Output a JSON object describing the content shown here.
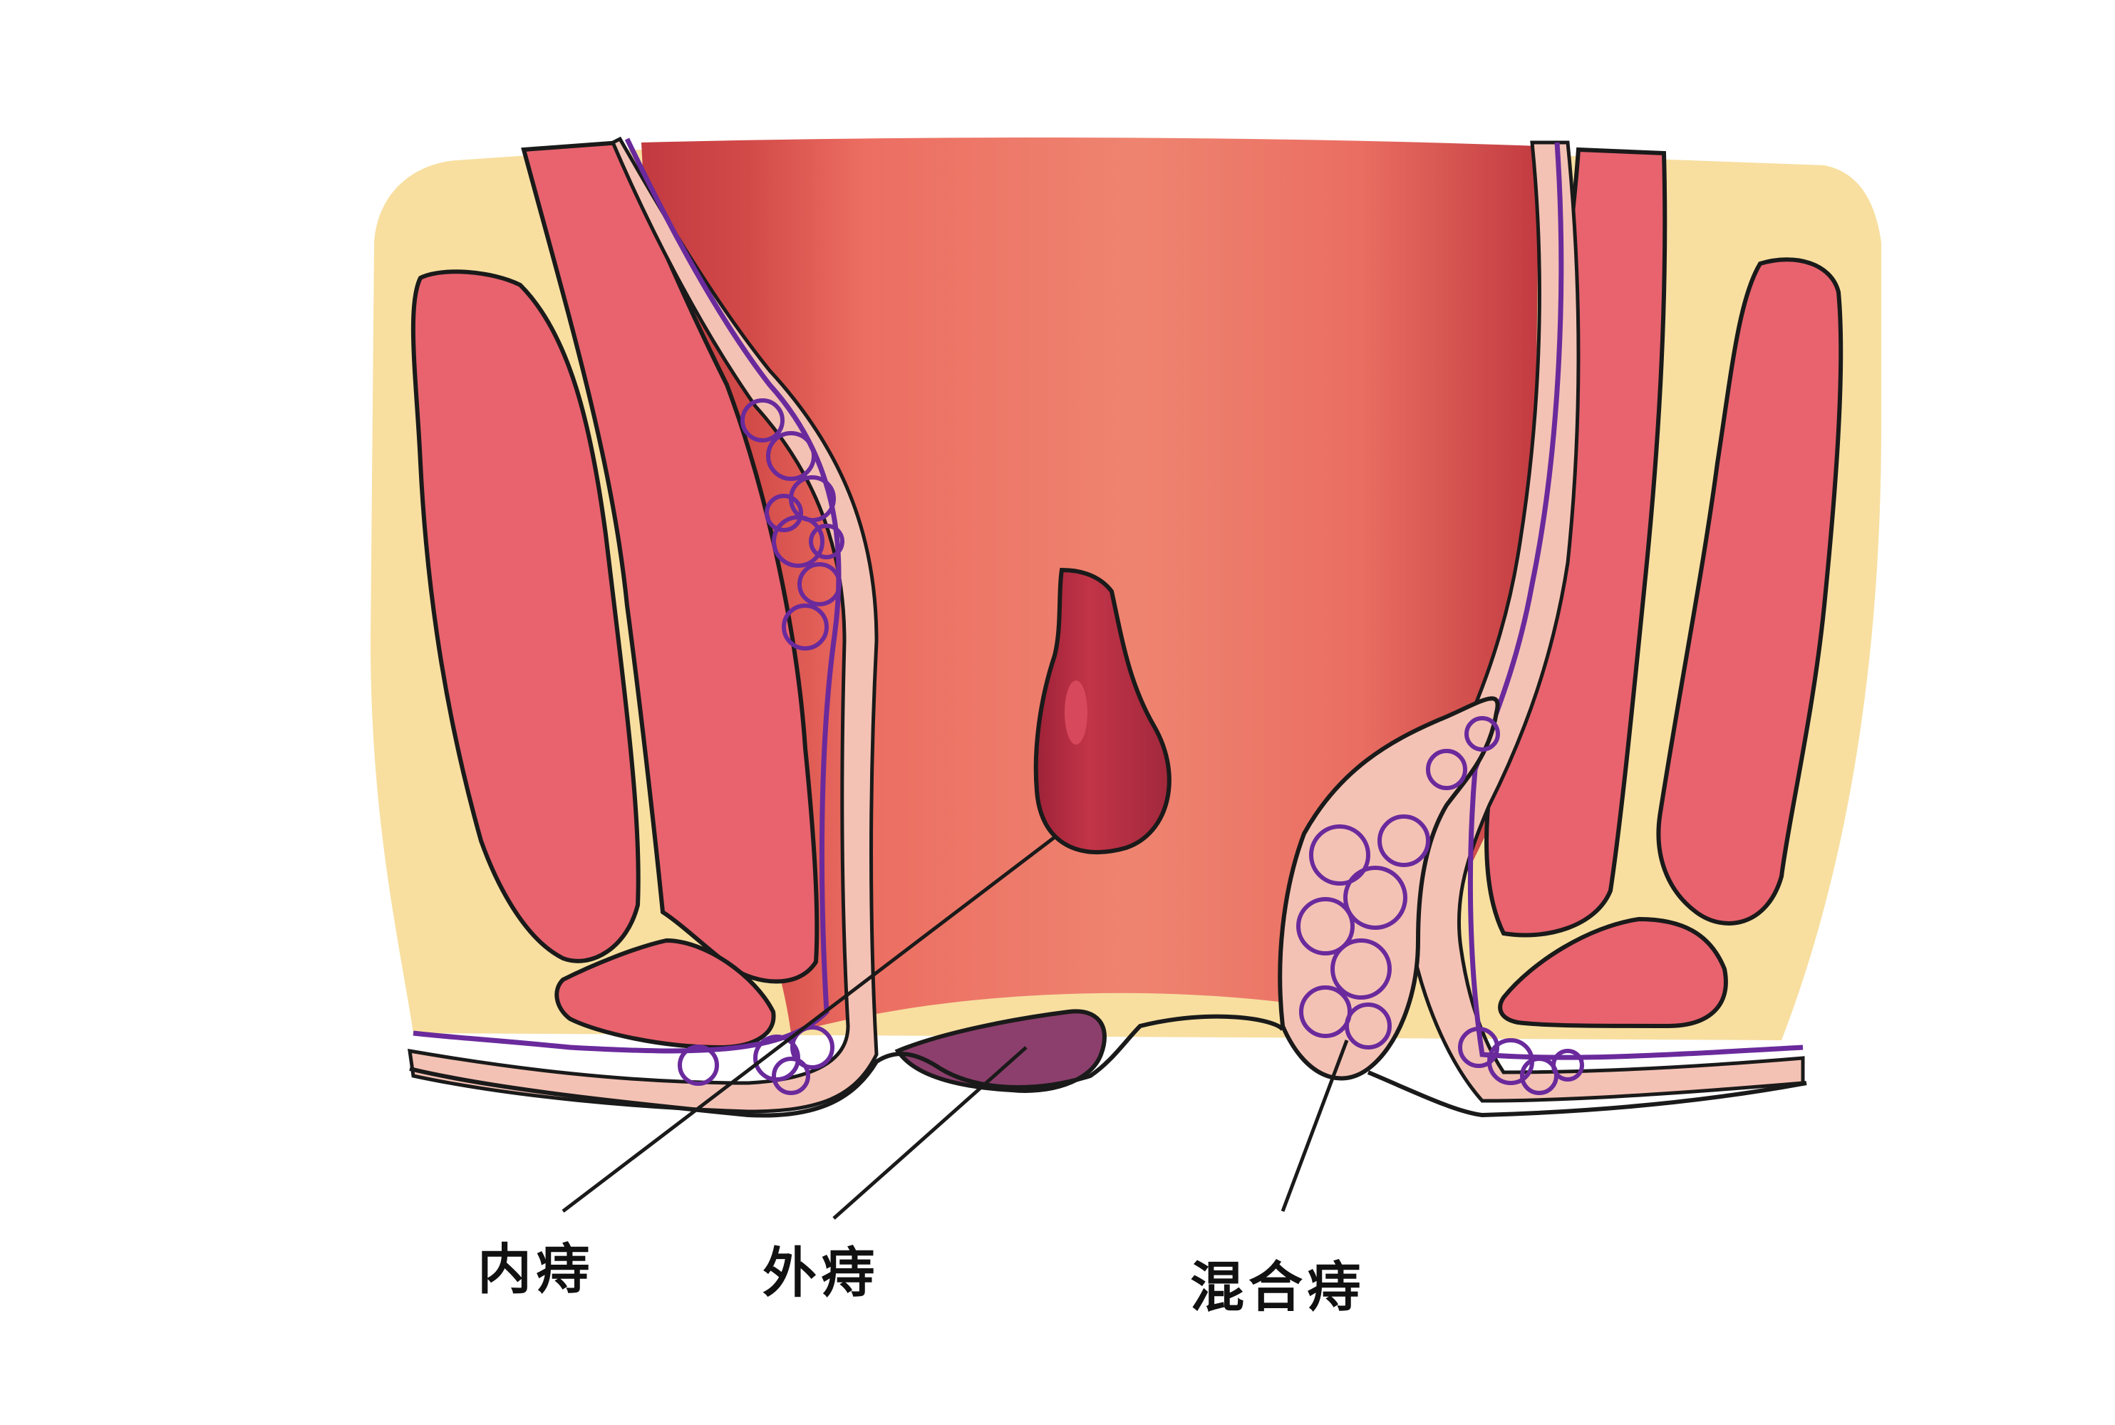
{
  "labels": {
    "internal": "内痔",
    "external": "外痔",
    "mixed": "混合痔"
  },
  "colors": {
    "fat": "#F8DFA0",
    "muscle": "#E8636E",
    "muscle_dark": "#C7404A",
    "lumen": "#EC7767",
    "lumen_light": "#EF8A72",
    "mucosa": "#F4C2B4",
    "vein": "#6A2A9C",
    "internal_hemorrhoid": "#B52E42",
    "external_hemorrhoid": "#8C3F6C",
    "outline": "#1A1A1A"
  }
}
